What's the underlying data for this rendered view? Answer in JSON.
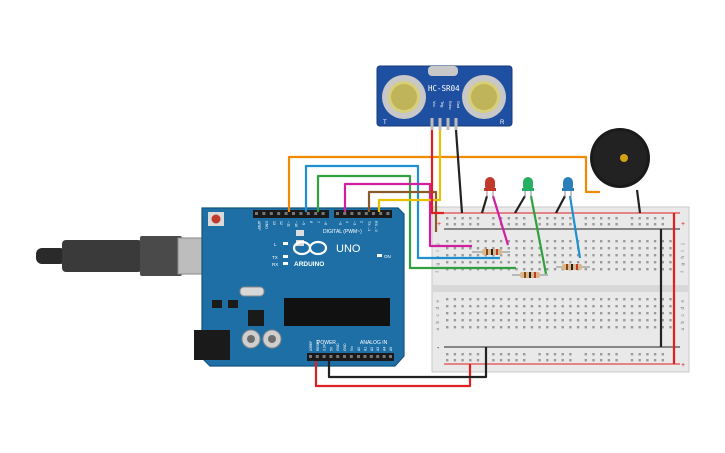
{
  "sensor": {
    "model": "HC-SR04",
    "label_t": "T",
    "label_r": "R",
    "pins": [
      "Vcc",
      "Trig",
      "Echo",
      "Gnd"
    ]
  },
  "arduino": {
    "logo_text": "ARDUINO",
    "uno_text": "UNO",
    "digital_label": "DIGITAL (PWM~)",
    "power_label": "POWER",
    "analog_label": "ANALOG IN",
    "on_label": "ON",
    "led_labels": [
      "L",
      "TX",
      "RX"
    ],
    "top_pins": [
      "AREF",
      "GND",
      "13",
      "12",
      "~11",
      "~10",
      "~9",
      "8",
      "7",
      "~6",
      "~5",
      "4",
      "~3",
      "2",
      "TX→1",
      "RX←0"
    ],
    "power_pins": [
      "IOREF",
      "RESET",
      "3.3V",
      "5V",
      "GND",
      "GND",
      "Vin"
    ],
    "analog_pins": [
      "A0",
      "A1",
      "A2",
      "A3",
      "A4",
      "A5"
    ]
  },
  "leds": [
    {
      "color": "#c0392b",
      "name": "red"
    },
    {
      "color": "#27ae60",
      "name": "green"
    },
    {
      "color": "#2980b9",
      "name": "blue"
    }
  ],
  "breadboard": {
    "row_letters_top": [
      "j",
      "i",
      "h",
      "g",
      "f"
    ],
    "row_letters_bottom": [
      "e",
      "d",
      "c",
      "b",
      "a"
    ],
    "rail_plus": "+",
    "rail_minus": "-"
  },
  "colors": {
    "arduino_board": "#1f6fa7",
    "wire_red": "#e02020",
    "wire_black": "#222222",
    "wire_orange": "#f08a00",
    "wire_blue": "#1e90d0",
    "wire_green": "#30a040",
    "wire_magenta": "#d020a0",
    "wire_brown": "#8a5a2a",
    "wire_yellow": "#e8c000"
  }
}
